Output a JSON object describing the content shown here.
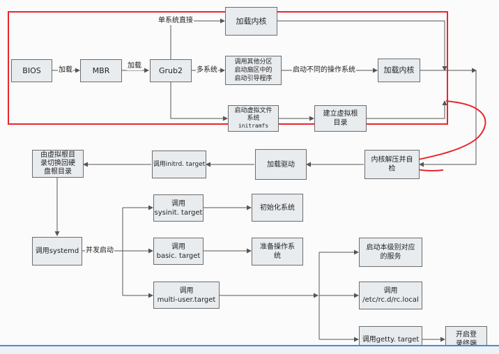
{
  "nodes": {
    "bios": "BIOS",
    "mbr": "MBR",
    "grub2": "Grub2",
    "kernel_load_top": "加载内核",
    "chainload": "调用其他分区\n启动扇区中的\n启动引导程序",
    "kernel_load_mid": "加载内核",
    "initramfs": "启动虚拟文件\n系统",
    "initramfs_sub": "initramfs",
    "virtual_root": "建立虚拟根\n目录",
    "kernel_decompress": "内核解压并自\n检",
    "load_driver": "加载驱动",
    "initrd_target": "调用initrd. target",
    "switch_root": "由虚拟根目\n录切换回硬\n盘根目录",
    "systemd": "调用systemd",
    "sysinit_target": "调用\nsysinit. target",
    "init_system": "初始化系统",
    "basic_target": "调用\nbasic. target",
    "prepare_os": "准备操作系\n统",
    "multiuser_target": "调用\nmulti-user.target",
    "runlevel_services": "启动本级别对应\n的服务",
    "rc_local": "调用\n/etc/rc.d/rc.local",
    "getty_target": "调用getty. target",
    "open_terminal": "开启登\n录终端"
  },
  "edge_labels": {
    "bios_mbr": "加载",
    "mbr_grub": "加载",
    "single_system": "单系统直接",
    "multi_system": "多系统",
    "boot_other_os": "启动不同的操作系统",
    "concurrent_start": "并发启动"
  },
  "colors": {
    "box_fill": "#e9ecef",
    "box_border": "#6b6b6b",
    "line": "#555555",
    "annotation_red": "#e8262a"
  }
}
